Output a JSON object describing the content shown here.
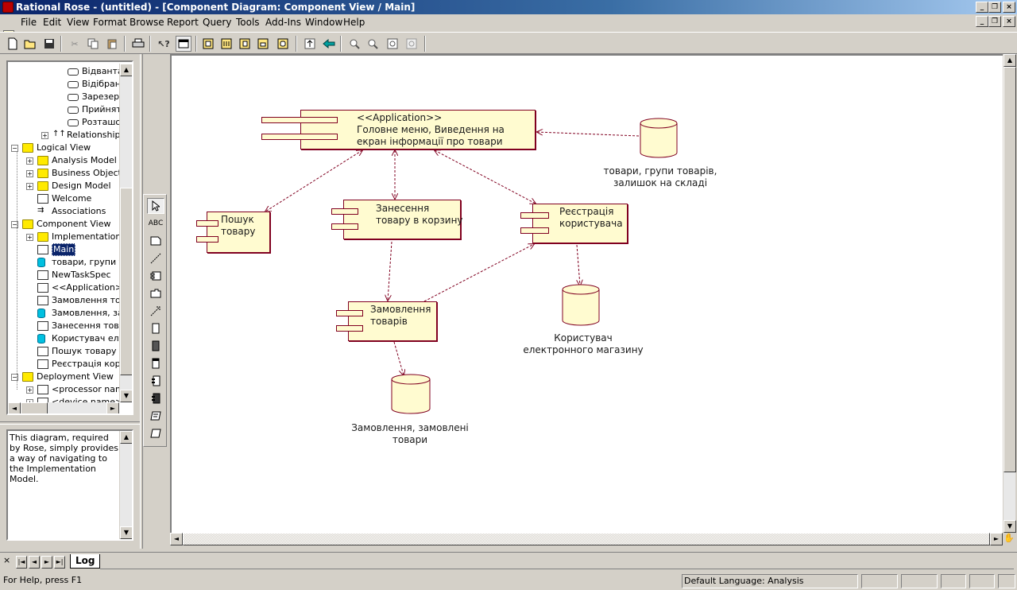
{
  "window": {
    "title": "Rational Rose - (untitled) - [Component Diagram: Component View / Main]"
  },
  "menu": [
    "File",
    "Edit",
    "View",
    "Format",
    "Browse",
    "Report",
    "Query",
    "Tools",
    "Add-Ins",
    "Window",
    "Help"
  ],
  "tree": {
    "items": [
      {
        "label": "Відвантажен",
        "icon": "class"
      },
      {
        "label": "Відібраний",
        "icon": "class"
      },
      {
        "label": "Зарезервов",
        "icon": "class"
      },
      {
        "label": "Прийнятий",
        "icon": "class"
      },
      {
        "label": "Розташован",
        "icon": "class"
      },
      {
        "label": "Relationships",
        "icon": "relationships"
      },
      {
        "label": "Logical View",
        "icon": "folder"
      },
      {
        "label": "Analysis Model",
        "icon": "folder"
      },
      {
        "label": "Business Object",
        "icon": "folder"
      },
      {
        "label": "Design Model",
        "icon": "folder"
      },
      {
        "label": "Welcome",
        "icon": "note"
      },
      {
        "label": "Associations",
        "icon": "associations"
      },
      {
        "label": "Component View",
        "icon": "folder"
      },
      {
        "label": "Implementation M",
        "icon": "folder"
      },
      {
        "label": "Main",
        "icon": "diagram"
      },
      {
        "label": "товари, групи то",
        "icon": "database"
      },
      {
        "label": "NewTaskSpec",
        "icon": "taskspec"
      },
      {
        "label": "<<Application>>",
        "icon": "component"
      },
      {
        "label": "Замовлення тов",
        "icon": "component"
      },
      {
        "label": "Замовлення, за",
        "icon": "database"
      },
      {
        "label": "Занесення това",
        "icon": "component"
      },
      {
        "label": "Користувач еле",
        "icon": "database"
      },
      {
        "label": "Пошук товару",
        "icon": "component"
      },
      {
        "label": "Реєстрація кори",
        "icon": "component"
      },
      {
        "label": "Deployment View",
        "icon": "folder"
      },
      {
        "label": "<processor name",
        "icon": "processor"
      },
      {
        "label": "<device name>",
        "icon": "device"
      }
    ]
  },
  "documentation": {
    "text": "This diagram, required by Rose, simply provides a way of navigating to the Implementation Model."
  },
  "palette": {
    "text_tool_label": "ABC"
  },
  "diagram": {
    "components": [
      {
        "id": "app",
        "lines": [
          "<<Application>>",
          "Головне меню, Виведення на",
          "екран інформації про товари"
        ]
      },
      {
        "id": "search",
        "lines": [
          "Пошук",
          "товару"
        ]
      },
      {
        "id": "cart",
        "lines": [
          "Занесення",
          "товару в корзину"
        ]
      },
      {
        "id": "register",
        "lines": [
          "Реєстрація",
          "користувача"
        ]
      },
      {
        "id": "order",
        "lines": [
          "Замовлення",
          "товарів"
        ]
      }
    ],
    "databases": [
      {
        "id": "goods_db",
        "lines": [
          "товари, групи товарів,",
          "залишок на складі"
        ]
      },
      {
        "id": "user_db",
        "lines": [
          "Користувач",
          "електронного магазину"
        ]
      },
      {
        "id": "order_db",
        "lines": [
          "Замовлення, замовлені",
          "товари"
        ]
      }
    ]
  },
  "tabs": {
    "log_label": "Log"
  },
  "status": {
    "help": "For Help, press F1",
    "language": "Default Language: Analysis"
  }
}
